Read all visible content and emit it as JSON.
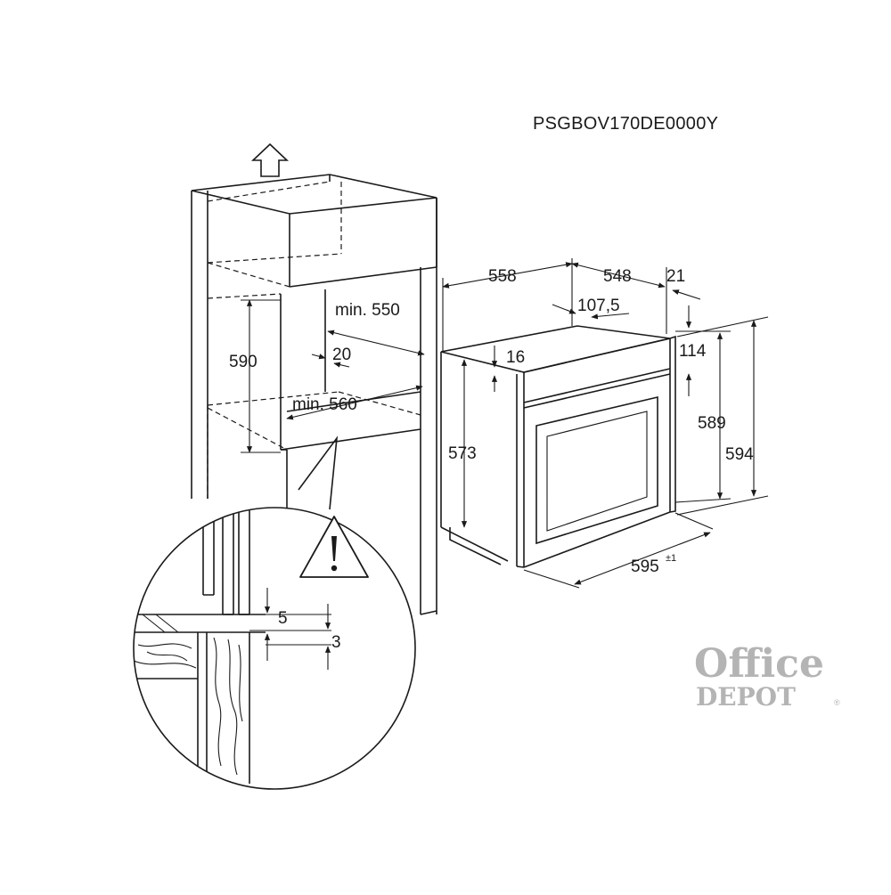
{
  "model_code": "PSGBOV170DE0000Y",
  "dimensions": {
    "niche_height": "590",
    "niche_depth_min": "min. 550",
    "niche_width_min": "min. 560",
    "rear_gap": "20",
    "oven_depth_total": "558",
    "oven_body_depth": "548",
    "front_panel_thickness": "21",
    "top_offset": "107,5",
    "side_offset": "16",
    "control_panel_height": "114",
    "body_height": "589",
    "total_height": "594",
    "side_height": "573",
    "width": "595",
    "width_tolerance": "±1",
    "detail_gap_5": "5",
    "detail_gap_3": "3"
  },
  "warning_symbol": "warning-triangle",
  "watermark": {
    "line1": "Office",
    "line2": "DEPOT",
    "mark": "®",
    "color": "#b4b4b4"
  },
  "colors": {
    "line": "#1a1a1a",
    "background": "#ffffff"
  }
}
